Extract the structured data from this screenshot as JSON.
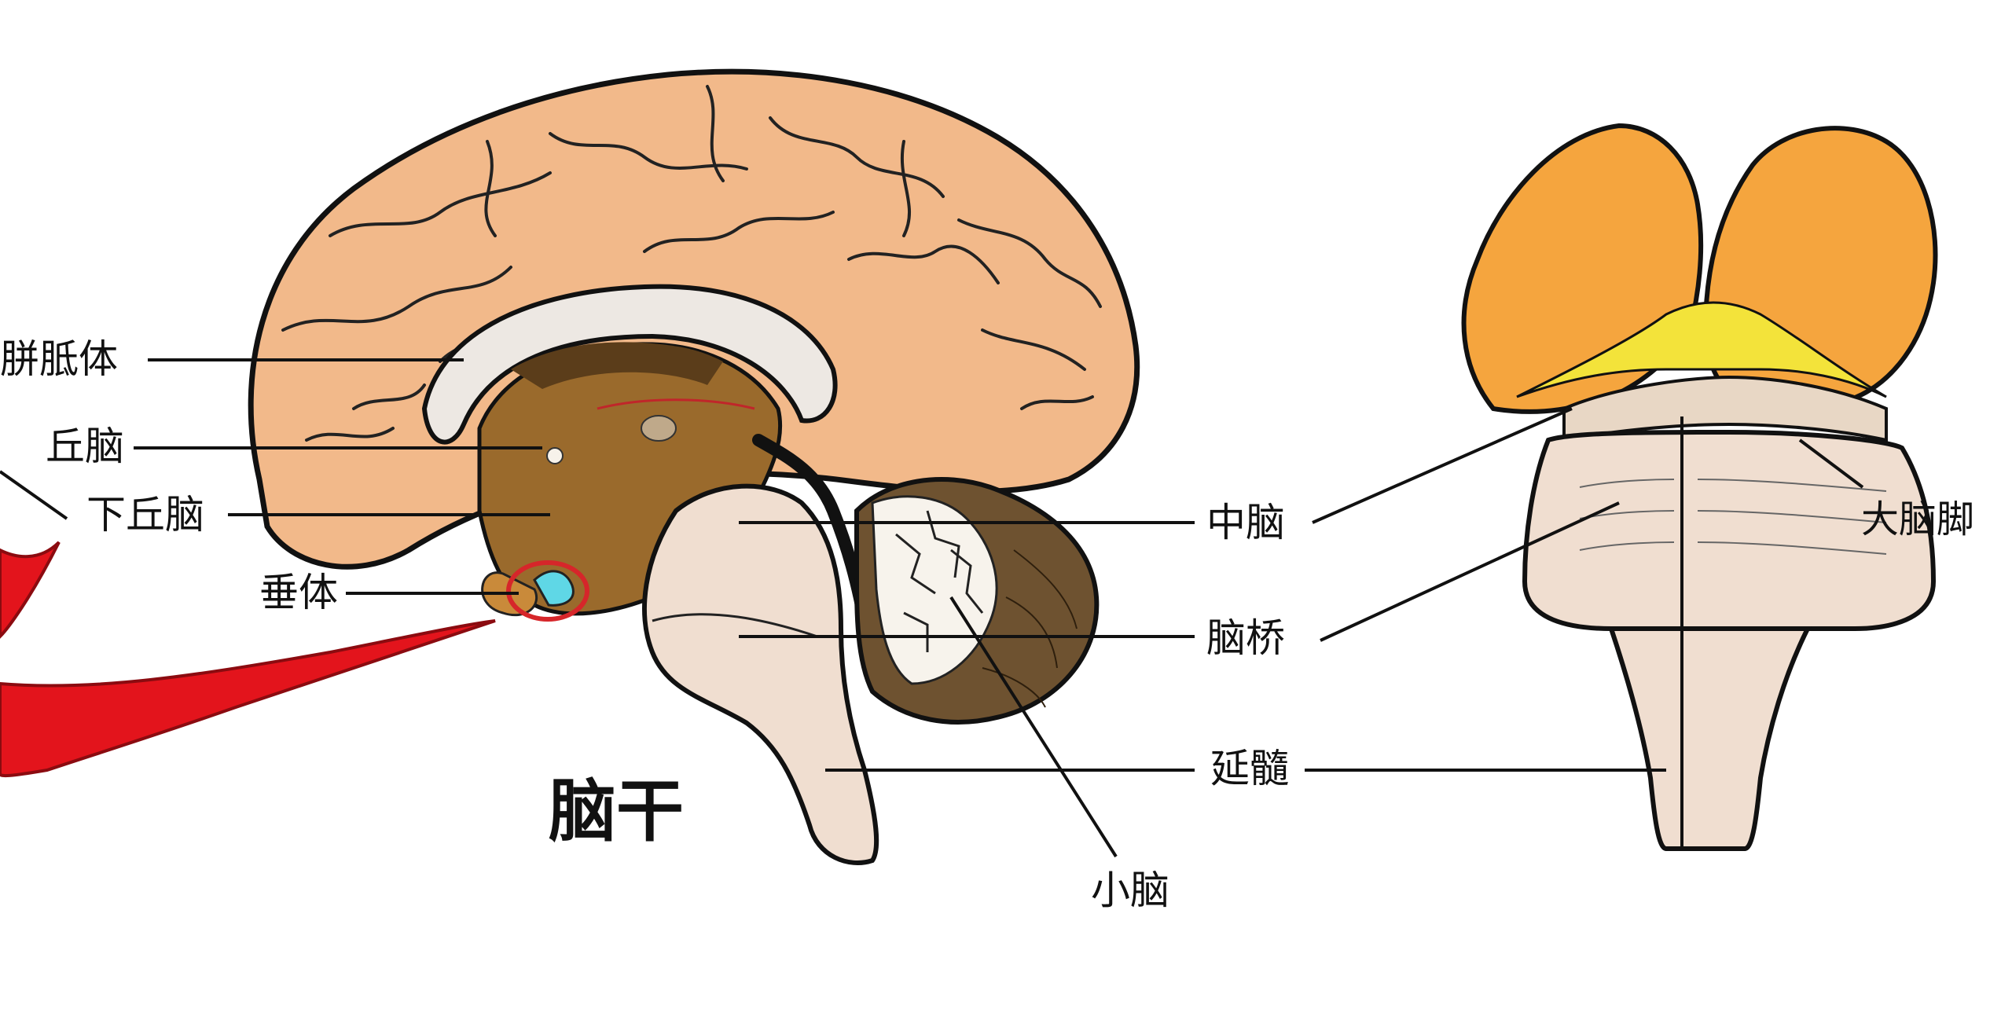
{
  "labels": {
    "corpus_callosum": "胼胝体",
    "thalamus": "丘脑",
    "hypothalamus": "下丘脑",
    "pituitary": "垂体",
    "midbrain": "中脑",
    "pons": "脑桥",
    "medulla": "延髓",
    "cerebellum": "小脑",
    "cerebral_peduncle": "大脑脚",
    "brainstem": "脑干"
  },
  "colors": {
    "cortex": "#f2b98a",
    "white_matter": "#ede8e3",
    "diencephalon": "#9a6a2c",
    "ventricle_dark": "#5b3d1a",
    "brainstem": "#f0ded0",
    "cerebellum": "#6e5230",
    "highlight_circle": "#d6262a",
    "arrow": "#e3141c",
    "peduncle_orange": "#f5a53e",
    "optic_yellow": "#f3e33a",
    "pituitary_cyan": "#5fd7e6"
  }
}
